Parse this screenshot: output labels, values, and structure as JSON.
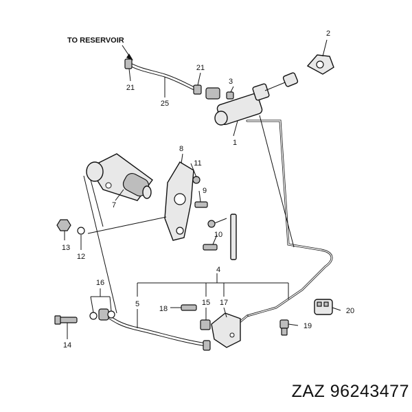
{
  "diagram": {
    "reservoir_label": "TO RESERVOIR",
    "caption": "ZAZ 96243477",
    "labels": {
      "l1": "1",
      "l2": "2",
      "l3": "3",
      "l4": "4",
      "l5": "5",
      "l7": "7",
      "l8": "8",
      "l9": "9",
      "l10": "10",
      "l11": "11",
      "l12": "12",
      "l13": "13",
      "l14": "14",
      "l15": "15",
      "l16": "16",
      "l17": "17",
      "l18": "18",
      "l19": "19",
      "l20": "20",
      "l21a": "21",
      "l21b": "21",
      "l25": "25"
    }
  }
}
